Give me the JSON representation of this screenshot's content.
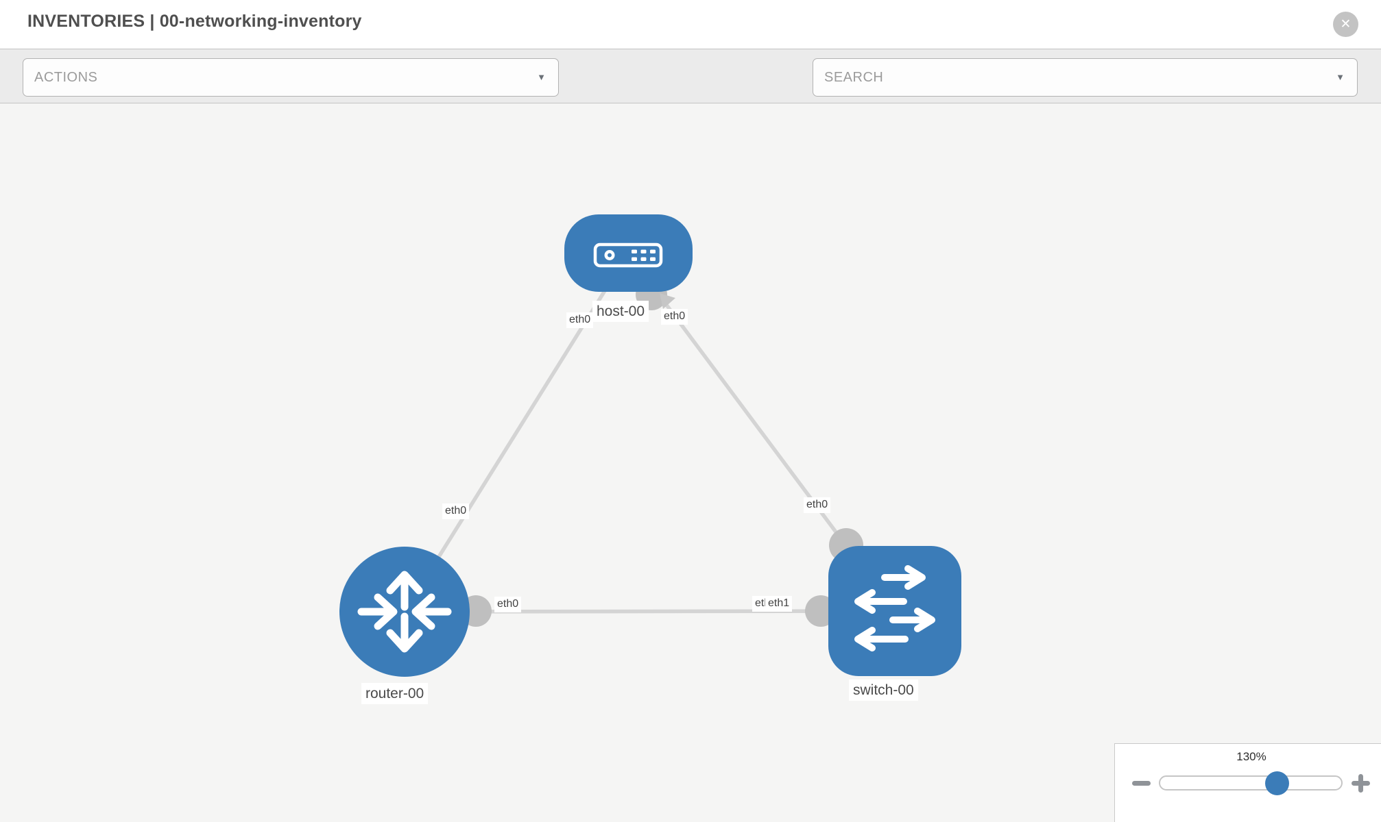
{
  "header": {
    "title": "INVENTORIES | 00-networking-inventory",
    "close_label": "✕"
  },
  "toolbar": {
    "actions_placeholder": "ACTIONS",
    "search_placeholder": "SEARCH"
  },
  "diagram": {
    "nodes": [
      {
        "id": "host-00",
        "label": "host-00",
        "type": "host"
      },
      {
        "id": "router-00",
        "label": "router-00",
        "type": "router"
      },
      {
        "id": "switch-00",
        "label": "switch-00",
        "type": "switch"
      }
    ],
    "links": [
      {
        "source": "host-00",
        "source_interface": "eth0",
        "target": "router-00",
        "target_interface": "eth0"
      },
      {
        "source": "host-00",
        "source_interface": "eth0",
        "target": "switch-00",
        "target_interface": "eth0"
      },
      {
        "source": "router-00",
        "source_interface": "eth0",
        "target": "switch-00",
        "target_interface": "eth1",
        "occluded_interface": "eth0"
      }
    ],
    "colors": {
      "node": "#3b7cb8",
      "edge": "#d4d4d4",
      "port": "#bfbfbf"
    }
  },
  "zoom_control": {
    "level": "130%"
  }
}
